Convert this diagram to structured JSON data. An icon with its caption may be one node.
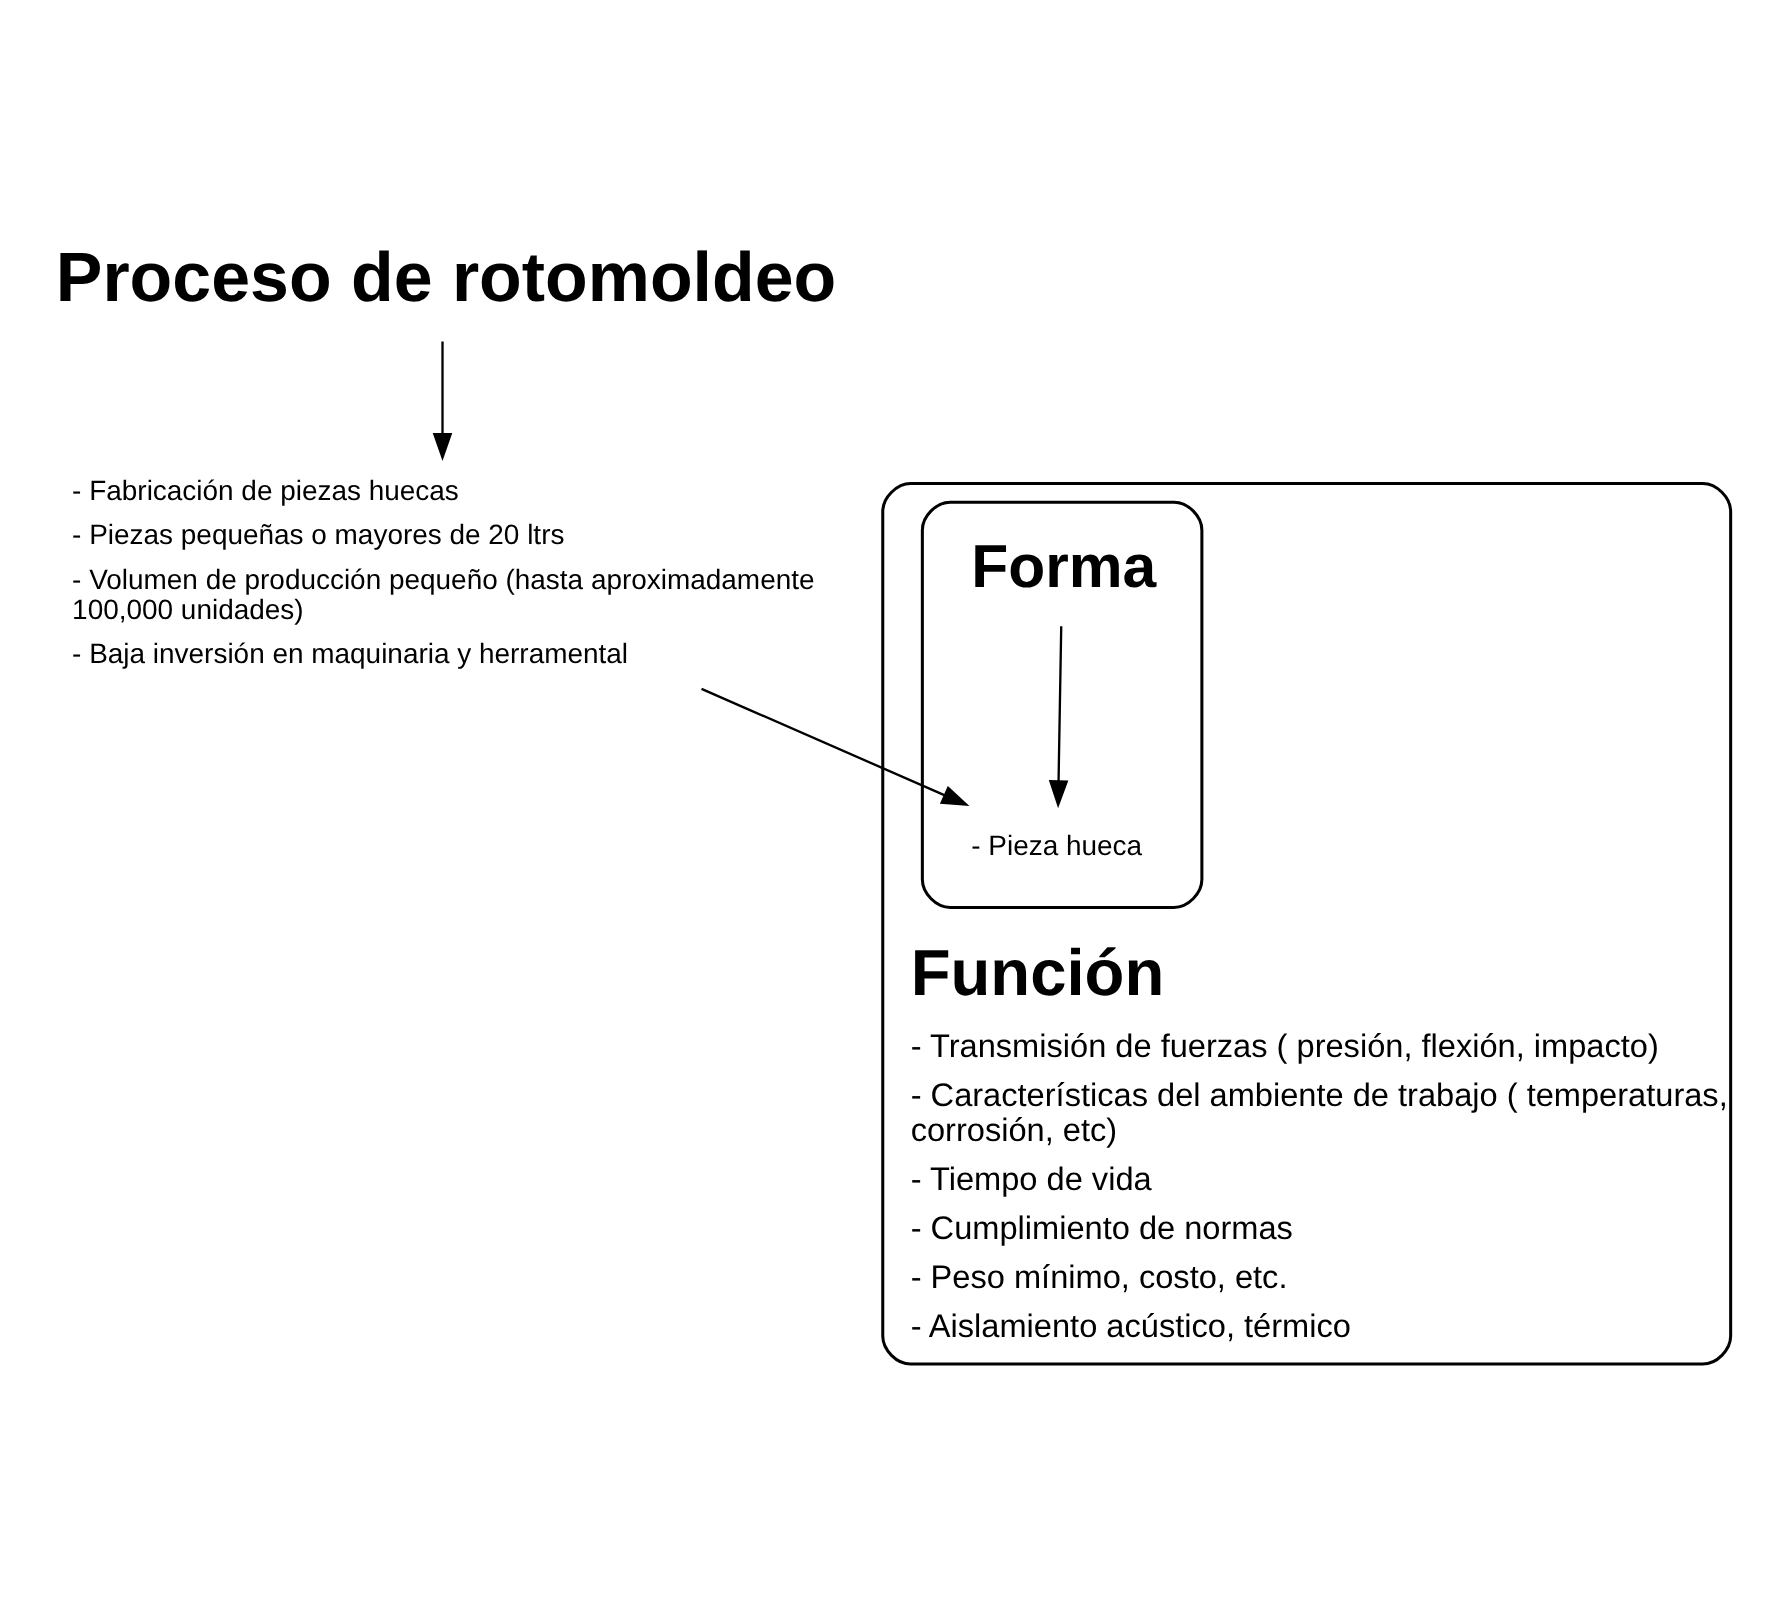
{
  "diagram": {
    "nodes": [
      {
        "text": [
          "Proceso de rotomoldeo"
        ]
      },
      {
        "text": [
          "- Fabricación de piezas huecas",
          "- Piezas pequeñas o mayores de 20 ltrs",
          "- Volumen de producción pequeño (hasta aproximadamente 100,000 unidades)",
          "- Baja inversión en maquinaria y herramental"
        ]
      },
      {
        "text": [
          "Función",
          "- Transmisión de fuerzas ( presión, flexión, impacto)",
          "- Características del ambiente de trabajo ( temperaturas, corrosión, etc)",
          "- Tiempo de vida",
          "- Cumplimiento de normas",
          "- Peso mínimo, costo, etc.",
          "- Aislamiento acústico, térmico"
        ]
      },
      {
        "text": [
          "Forma"
        ],
        "in": 2
      },
      {
        "text": [
          "- Pieza hueca"
        ],
        "in": 3
      }
    ],
    "edges": [
      {
        "from": 0,
        "to": 1,
        "arrow": "to"
      },
      {
        "from": 1,
        "to": 4,
        "arrow": "to"
      },
      {
        "from": 3,
        "to": 4,
        "arrow": "to"
      }
    ]
  }
}
